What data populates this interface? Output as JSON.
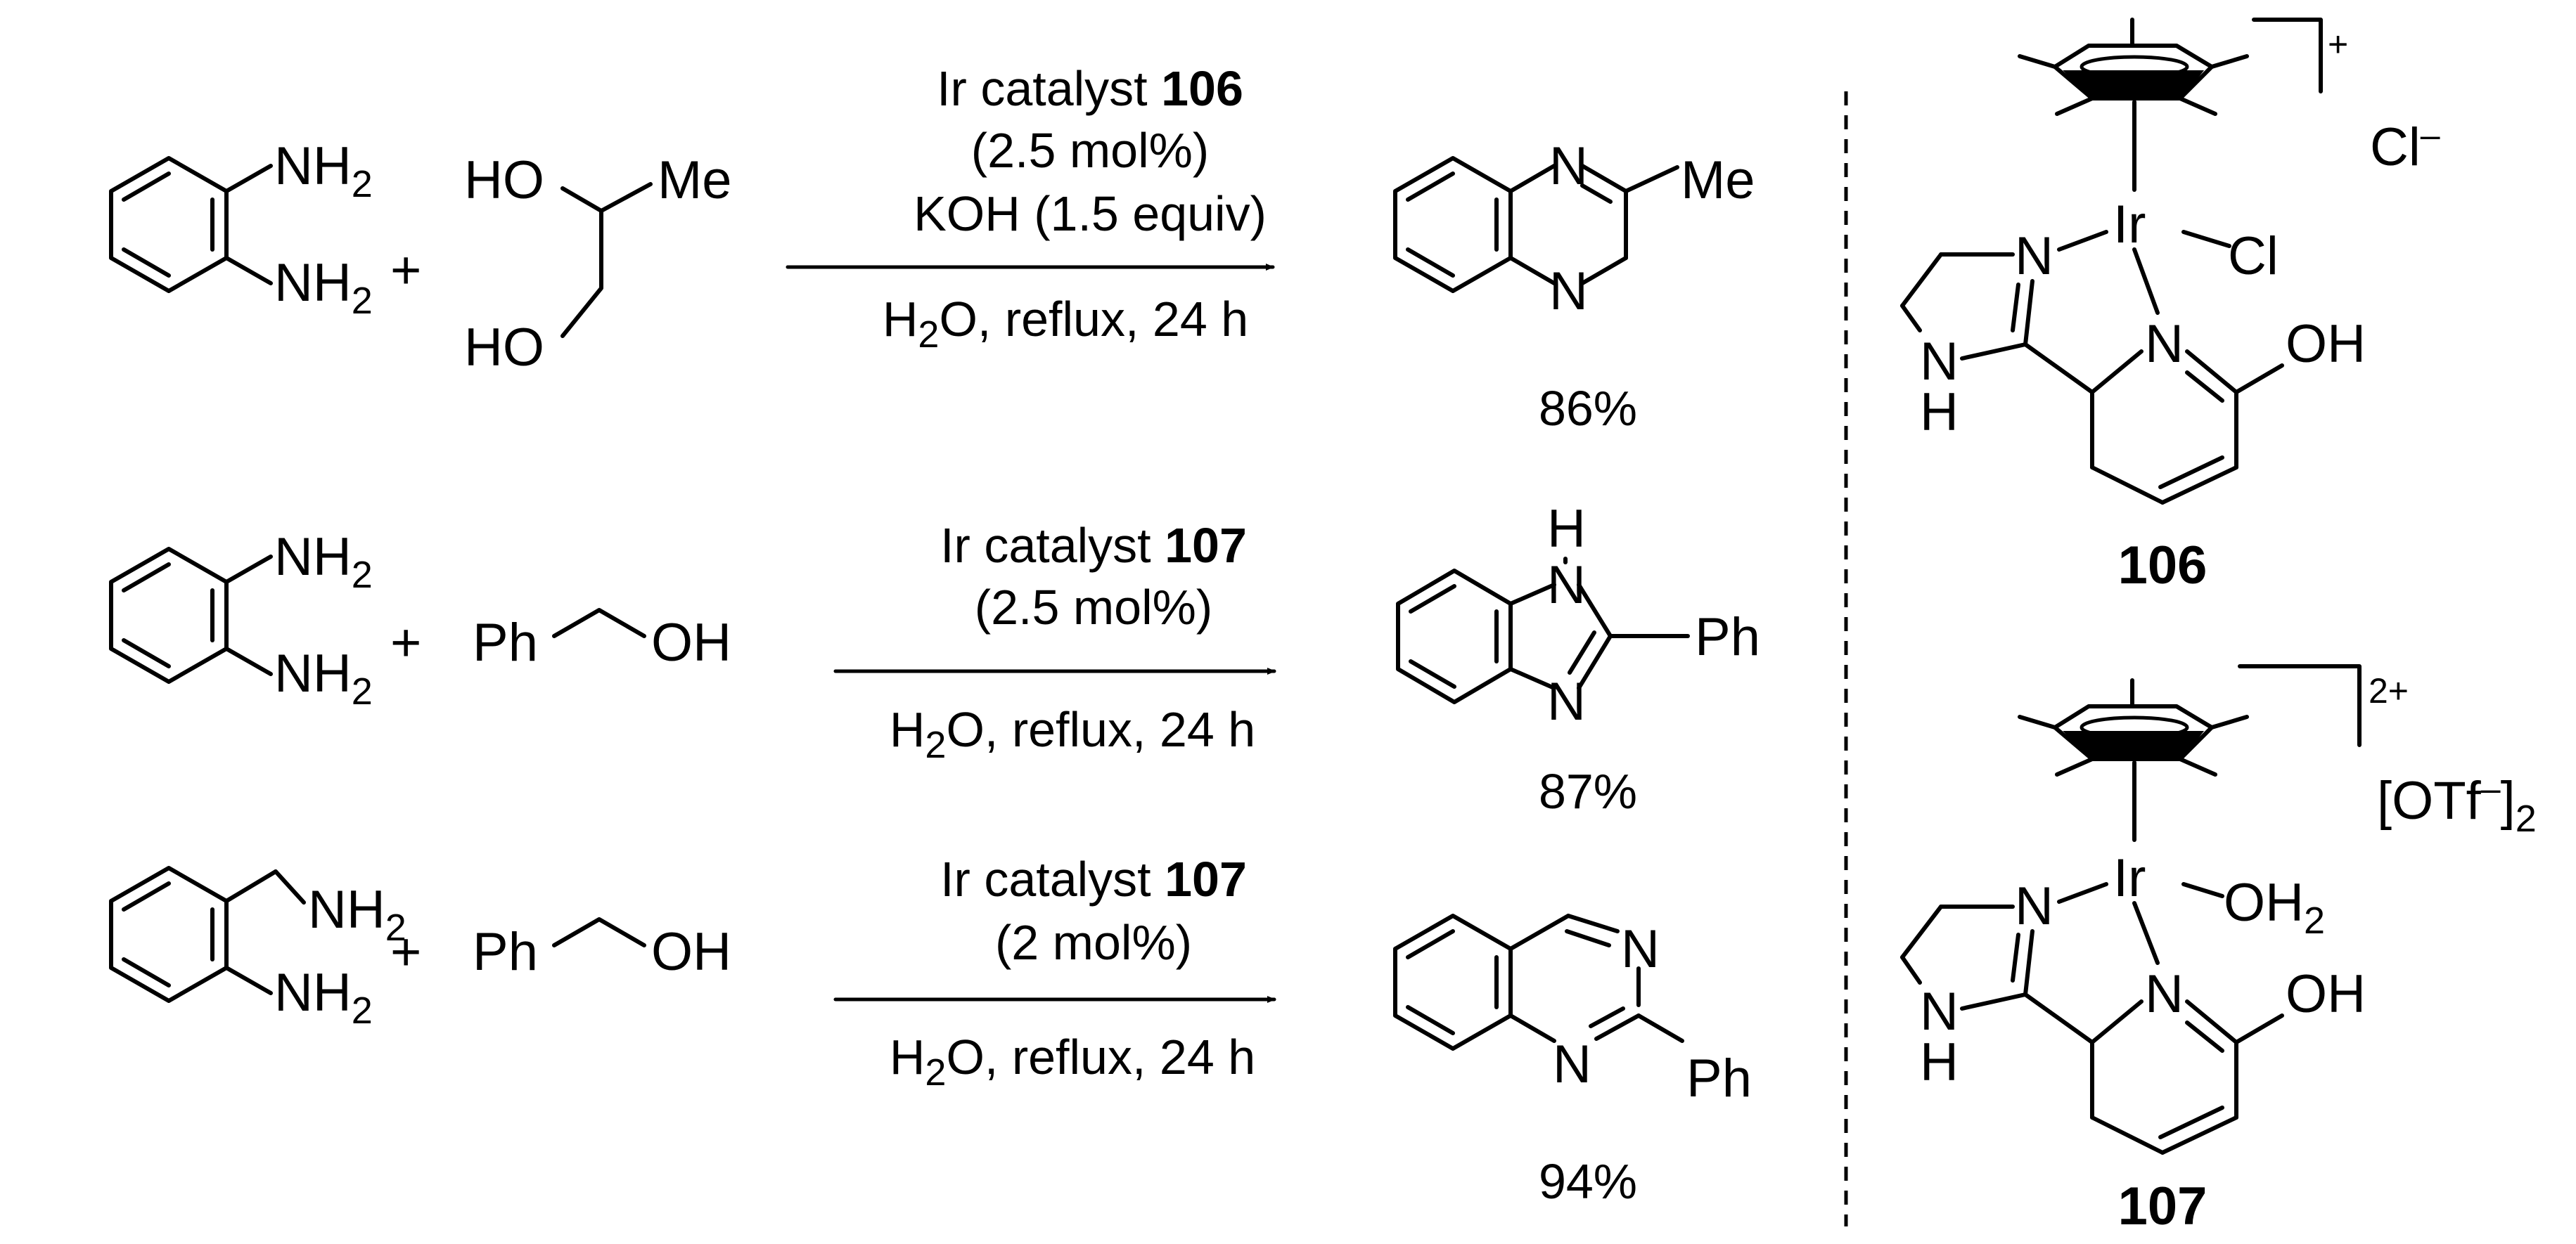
{
  "atoms": {
    "nh2": "NH",
    "two": "2",
    "ho": "HO",
    "me": "Me",
    "n": "N",
    "h": "H",
    "ph": "Ph",
    "oh": "OH",
    "ir": "Ir",
    "cl": "Cl",
    "oh2": "OH",
    "plus": "+"
  },
  "reactions": [
    {
      "catalyst_text": "Ir catalyst ",
      "catalyst_id": "106",
      "loading": "(2.5 mol%)",
      "additive": "KOH (1.5 equiv)",
      "solvent_h": "H",
      "solvent_sub": "2",
      "solvent_rest": "O, reflux, 24 h",
      "yield": "86%"
    },
    {
      "catalyst_text": "Ir catalyst ",
      "catalyst_id": "107",
      "loading": "(2.5 mol%)",
      "solvent_h": "H",
      "solvent_sub": "2",
      "solvent_rest": "O, reflux, 24 h",
      "yield": "87%"
    },
    {
      "catalyst_text": "Ir catalyst ",
      "catalyst_id": "107",
      "loading": "(2 mol%)",
      "solvent_h": "H",
      "solvent_sub": "2",
      "solvent_rest": "O, reflux, 24 h",
      "yield": "94%"
    }
  ],
  "catalysts": [
    {
      "id": "106",
      "charge": "+",
      "counterion": "Cl",
      "counterion_sup": "–"
    },
    {
      "id": "107",
      "charge": "2+",
      "counterion_open": "[OTf",
      "counterion_sup": "–",
      "counterion_close": "]",
      "counterion_sub": "2"
    }
  ]
}
